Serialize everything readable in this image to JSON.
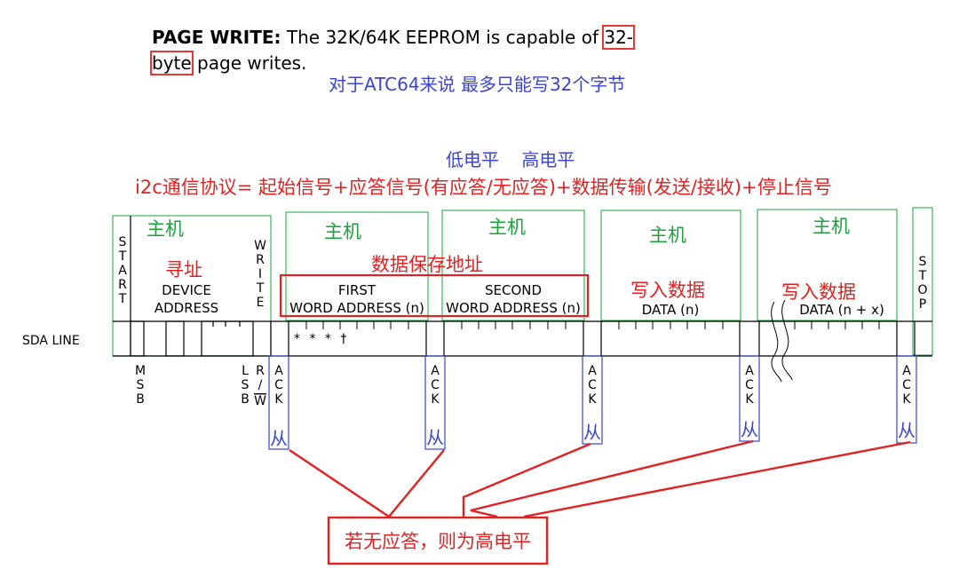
{
  "paragraph": {
    "lead": "PAGE WRITE:",
    "text_1": " The 32K/64K EEPROM is capable of ",
    "hl_1": "32-",
    "hl_2": "byte",
    "text_2": " page writes."
  },
  "notes": {
    "atc64": "对于ATC64来说 最多只能写32个字节",
    "levels": "低电平    高电平",
    "protocol": "i2c通信协议= 起始信号+应答信号(有应答/无应答)+数据传输(发送/接收)+停止信号",
    "address_storage": "数据保存地址",
    "no_ack": "若无应答，则为高电平"
  },
  "diagram": {
    "sda_line": "SDA LINE",
    "start": [
      "S",
      "T",
      "A",
      "R",
      "T"
    ],
    "write": [
      "W",
      "R",
      "I",
      "T",
      "E"
    ],
    "stop": [
      "S",
      "T",
      "O",
      "P"
    ],
    "device_address": [
      "DEVICE",
      "ADDRESS"
    ],
    "first_word_address": [
      "FIRST",
      "WORD ADDRESS (n)"
    ],
    "second_word_address": [
      "SECOND",
      "WORD ADDRESS (n)"
    ],
    "data_n": "DATA (n)",
    "data_nx": "DATA (n + x)",
    "msb": [
      "M",
      "S",
      "B"
    ],
    "lsb": [
      "L",
      "S",
      "B"
    ],
    "rw": [
      "R",
      "/",
      "W"
    ],
    "ack": [
      "A",
      "C",
      "K"
    ],
    "dont_care": "* * * †",
    "master": "主机",
    "address_find": "寻址",
    "write_data": "写入数据",
    "slave": "从"
  },
  "colors": {
    "red": "#e02222",
    "blue": "#3a45c9",
    "green": "#19a33a",
    "frame_green": "#3cb55a"
  }
}
